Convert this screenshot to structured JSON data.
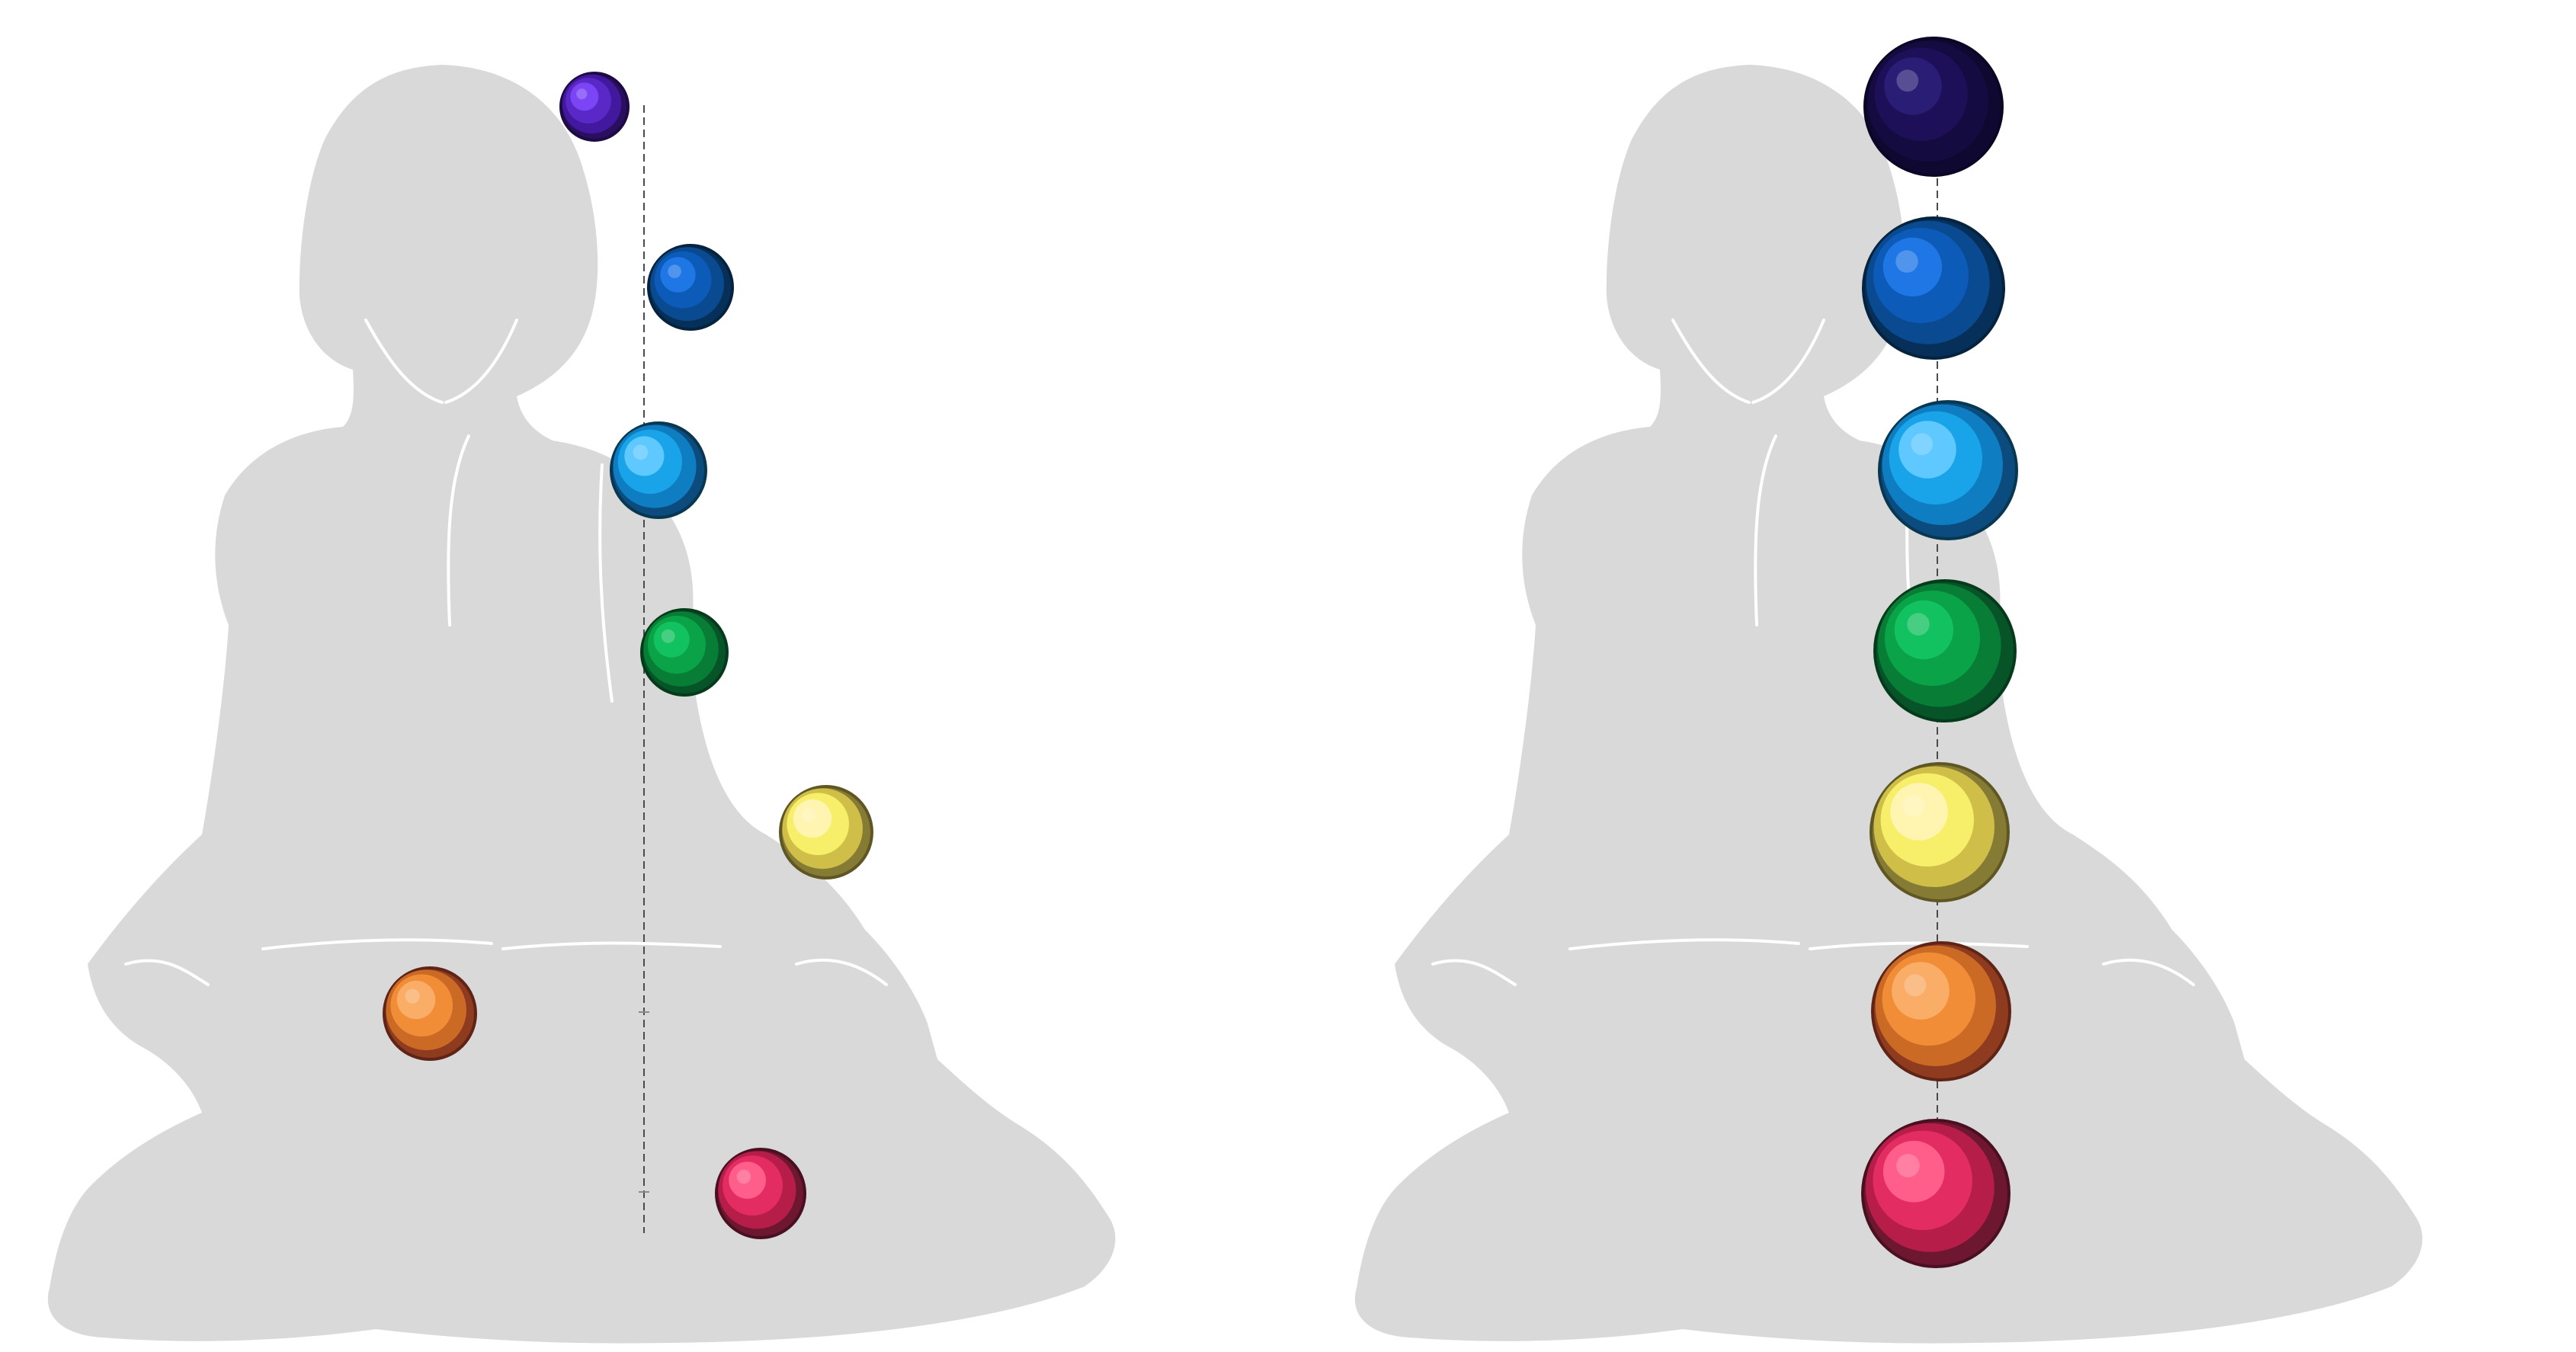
{
  "figure": {
    "background": "#ffffff",
    "silhouette_color": "#d9d9d9",
    "panels": [
      {
        "id": "left",
        "state": "misaligned",
        "chakras": [
          {
            "name": "crown",
            "icon": "crown-chakra-icon",
            "colors": {
              "highlight": "#7b45f5",
              "mid": "#5b28c8",
              "base": "#42199e",
              "shadow": "#2a0f5f",
              "stroke": "#1d0b45"
            }
          },
          {
            "name": "third-eye",
            "icon": "third-eye-chakra-icon",
            "colors": {
              "highlight": "#1f77e6",
              "mid": "#0d5bb8",
              "base": "#0a4a91",
              "shadow": "#063059",
              "stroke": "#05233f"
            }
          },
          {
            "name": "throat",
            "icon": "throat-chakra-icon",
            "colors": {
              "highlight": "#5ec8ff",
              "mid": "#19a3e8",
              "base": "#0f7dc2",
              "shadow": "#0b4b7d",
              "stroke": "#083752"
            }
          },
          {
            "name": "heart",
            "icon": "heart-chakra-icon",
            "colors": {
              "highlight": "#12c260",
              "mid": "#0aa348",
              "base": "#087d35",
              "shadow": "#065427",
              "stroke": "#053a1b"
            }
          },
          {
            "name": "solar-plexus",
            "icon": "solar-plexus-chakra-icon",
            "colors": {
              "highlight": "#fff4b0",
              "mid": "#f7ef69",
              "base": "#cfbf48",
              "shadow": "#857b34",
              "stroke": "#5f5624"
            }
          },
          {
            "name": "sacral",
            "icon": "sacral-chakra-icon",
            "colors": {
              "highlight": "#f9ad67",
              "mid": "#f18c37",
              "base": "#cb6a25",
              "shadow": "#8f3b20",
              "stroke": "#5f2416"
            }
          },
          {
            "name": "root",
            "icon": "root-chakra-icon",
            "colors": {
              "highlight": "#ff5d8a",
              "mid": "#e32c61",
              "base": "#b61d49",
              "shadow": "#6d1731",
              "stroke": "#4a1022"
            }
          }
        ]
      },
      {
        "id": "right",
        "state": "aligned",
        "chakras": [
          {
            "name": "crown",
            "icon": "crown-chakra-icon",
            "colors": {
              "highlight": "#2a1d75",
              "mid": "#1d0f58",
              "base": "#140b40",
              "shadow": "#0f0830",
              "stroke": "#0c0626"
            }
          },
          {
            "name": "third-eye",
            "icon": "third-eye-chakra-icon",
            "colors": {
              "highlight": "#1f77e6",
              "mid": "#0d5bb8",
              "base": "#0a4a91",
              "shadow": "#063059",
              "stroke": "#05233f"
            }
          },
          {
            "name": "throat",
            "icon": "throat-chakra-icon",
            "colors": {
              "highlight": "#5ec8ff",
              "mid": "#19a3e8",
              "base": "#0f7dc2",
              "shadow": "#0b4b7d",
              "stroke": "#083752"
            }
          },
          {
            "name": "heart",
            "icon": "heart-chakra-icon",
            "colors": {
              "highlight": "#12c260",
              "mid": "#0aa348",
              "base": "#087d35",
              "shadow": "#065427",
              "stroke": "#053a1b"
            }
          },
          {
            "name": "solar-plexus",
            "icon": "solar-plexus-chakra-icon",
            "colors": {
              "highlight": "#fff4b0",
              "mid": "#f7ef69",
              "base": "#cfbf48",
              "shadow": "#857b34",
              "stroke": "#5f5624"
            }
          },
          {
            "name": "sacral",
            "icon": "sacral-chakra-icon",
            "colors": {
              "highlight": "#f9ad67",
              "mid": "#f18c37",
              "base": "#cb6a25",
              "shadow": "#8f3b20",
              "stroke": "#5f2416"
            }
          },
          {
            "name": "root",
            "icon": "root-chakra-icon",
            "colors": {
              "highlight": "#ff5d8a",
              "mid": "#e32c61",
              "base": "#b61d49",
              "shadow": "#6d1731",
              "stroke": "#4a1022"
            }
          }
        ]
      }
    ]
  }
}
